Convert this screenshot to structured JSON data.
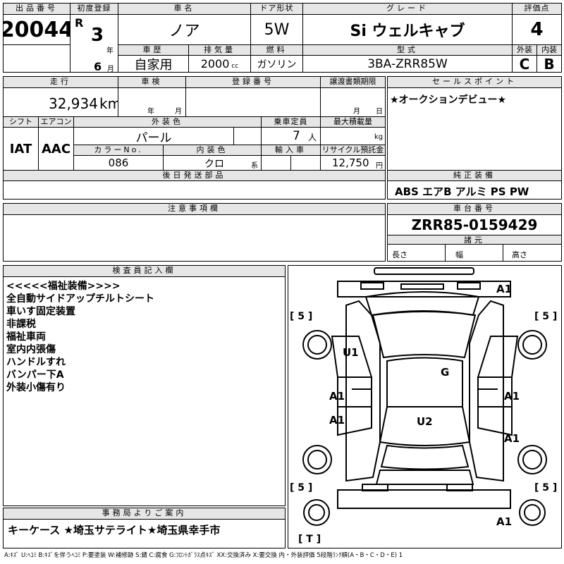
{
  "top": {
    "lot_label": "出品番号",
    "lot_value": "20044",
    "first_reg_label": "初度登録",
    "era": "R",
    "year_value": "3",
    "year_unit": "年",
    "month_value": "6",
    "month_unit": "月",
    "name_label": "車名",
    "name_value": "ノア",
    "door_label": "ドア形状",
    "door_value": "5W",
    "grade_label": "グレード",
    "grade_value": "Si ウェルキャブ",
    "score_label": "評価点",
    "score_value": "4",
    "history_label": "車歴",
    "history_value": "自家用",
    "disp_label": "排気量",
    "disp_value": "2000",
    "disp_unit": "cc",
    "fuel_label": "燃料",
    "fuel_value": "ガソリン",
    "model_label": "型式",
    "model_value": "3BA-ZRR85W",
    "ext_label": "外装",
    "ext_value": "C",
    "int_label": "内装",
    "int_value": "B"
  },
  "mid": {
    "mileage_label": "走行",
    "mileage_value": "32,934",
    "mileage_unit": "km",
    "inspection_label": "車検",
    "inspection_year_unit": "年",
    "inspection_month_unit": "月",
    "regno_label": "登録番号",
    "transfer_label": "譲渡書類期限",
    "transfer_month_unit": "月",
    "transfer_day_unit": "日",
    "shift_label": "シフト",
    "shift_value": "IAT",
    "ac_label": "エアコン",
    "ac_value": "AAC",
    "color_label": "外装色",
    "color_value": "パール",
    "seats_label": "乗車定員",
    "seats_value": "7",
    "seats_unit": "人",
    "load_label": "最大積載量",
    "load_unit": "kg",
    "colorno_label": "カラーNo.",
    "colorno_value": "086",
    "intcolor_label": "内装色",
    "intcolor_value": "クロ",
    "intcolor_suffix": "系",
    "import_label": "輸入車",
    "recycle_label": "リサイクル預託金",
    "recycle_value": "12,750",
    "recycle_unit": "円",
    "later_label": "後日発送部品",
    "sales_label": "セールスポイント",
    "sales_value": "★オークションデビュー★",
    "equip_label": "純正装備",
    "equip_value": "ABS エアB アルミ PS PW"
  },
  "notes_block": {
    "caution_label": "注意事項欄",
    "chassis_label": "車台番号",
    "chassis_value": "ZRR85-0159429",
    "dims_label": "諸元",
    "length_label": "長さ",
    "width_label": "幅",
    "height_label": "高さ"
  },
  "inspector": {
    "label": "検査員記入欄",
    "lines": [
      "<<<<<福祉装備>>>>",
      "全自動サイドアップチルトシート",
      "車いす固定装置",
      "非課税",
      "福祉車両",
      "室内内張傷",
      "ハンドルすれ",
      "バンパー下A",
      "外装小傷有り"
    ]
  },
  "office": {
    "label": "事務局よりご案内",
    "value": "キーケース ★埼玉サテライト★埼玉県幸手市"
  },
  "diagram": {
    "marks": {
      "front_bumper": "A1",
      "left_front_door": "U1",
      "roof": "G",
      "left_mid_1": "A1",
      "left_mid_2": "A1",
      "right_mid_1": "A1",
      "right_mid_2": "A1",
      "trunk": "U2",
      "rear_bumper": "A1",
      "tire_fl": "[ 5 ]",
      "tire_fr": "[ 5 ]",
      "tire_rl": "[ 5 ]",
      "tire_rr": "[ 5 ]",
      "spare": "[ T ]"
    }
  },
  "legend": "A:ｷｽﾞ U:ﾍｺﾐ B:ｷｽﾞを伴うﾍｺﾐ P:要塗装 W:補修跡 S:錆 C:腐食 G:ﾌﾛﾝﾄｶﾞﾗｽ点ｷｽﾞ XX:交換済み X:要交換 内・外装評価 5段階ﾗﾝｸ順(A・B・C・D・E) 1"
}
